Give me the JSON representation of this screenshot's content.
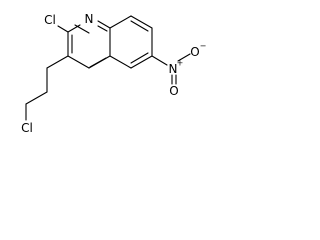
{
  "molecule": {
    "atoms": {
      "cl_ring": "Cl",
      "n_ring": "N",
      "n_nitro": "N",
      "n_nitro_charge": "+",
      "o_top": "O",
      "o_top_charge": "−",
      "o_bottom": "O",
      "cl_chain": "Cl"
    }
  }
}
